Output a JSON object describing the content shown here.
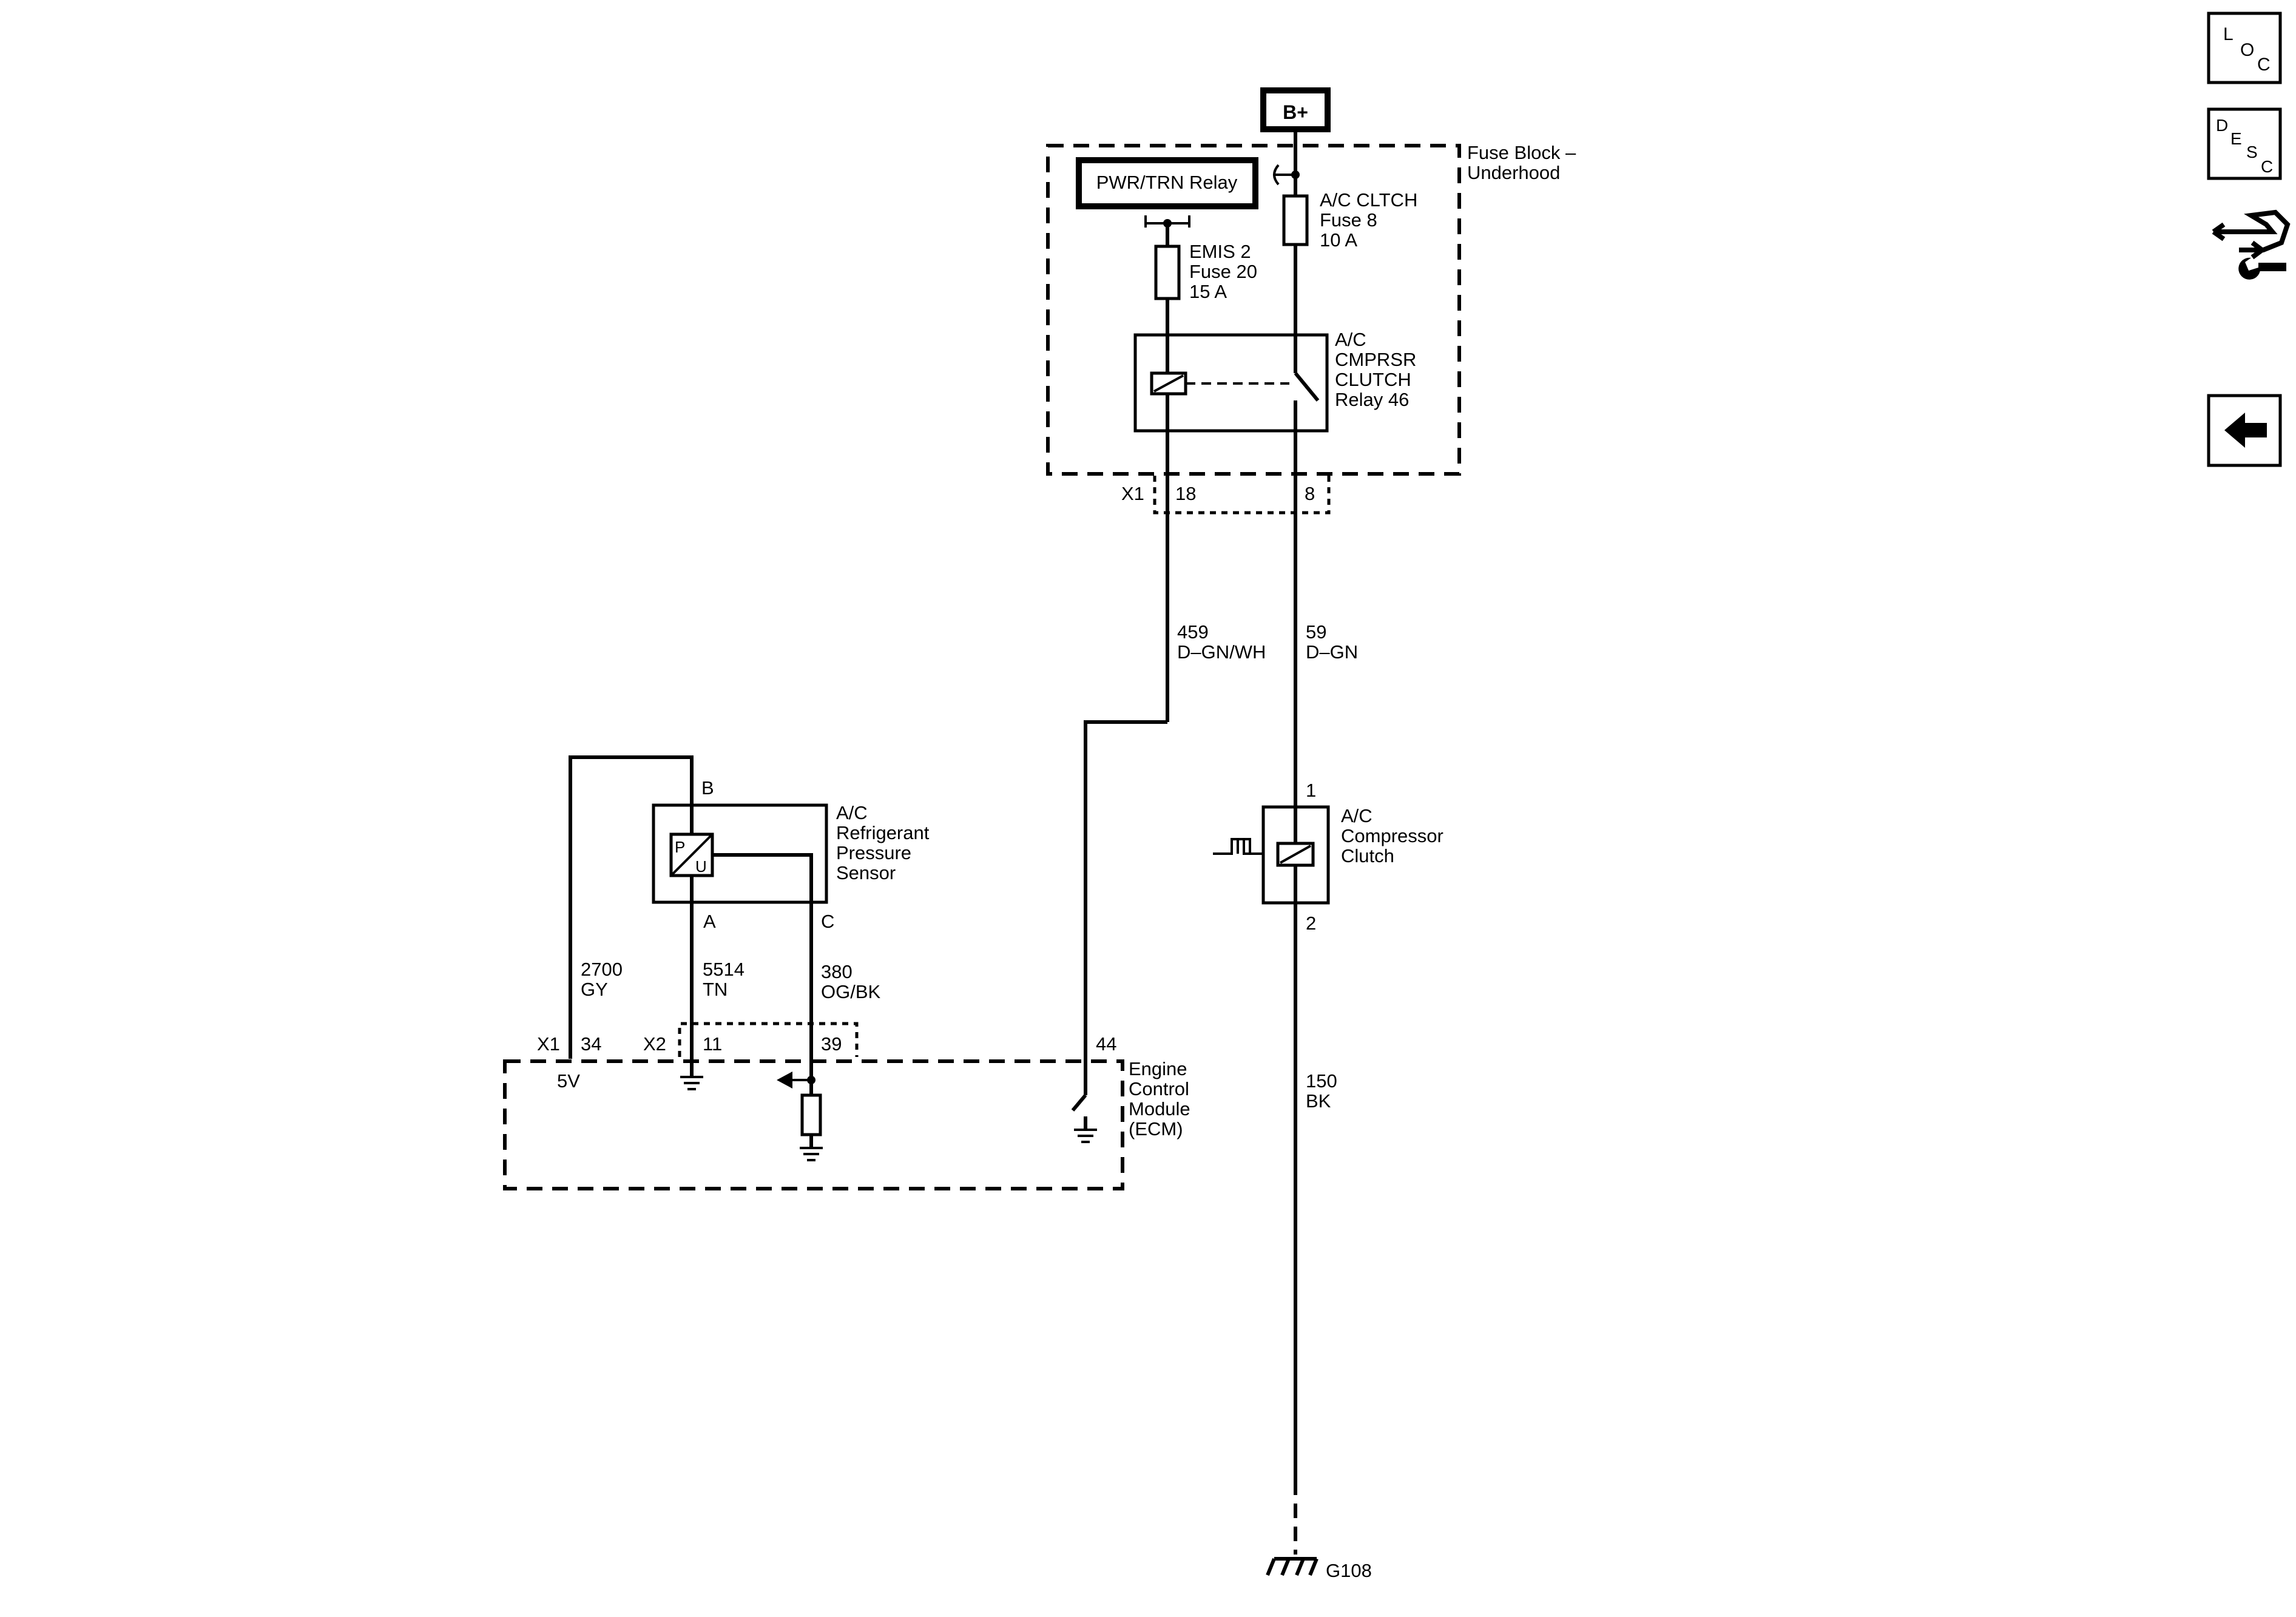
{
  "power": {
    "label": "B+"
  },
  "fuse_block": {
    "label_line1": "Fuse Block –",
    "label_line2": "Underhood"
  },
  "pwr_trn_relay": {
    "label": "PWR/TRN Relay"
  },
  "ac_cltch_fuse": {
    "line1": "A/C CLTCH",
    "line2": "Fuse 8",
    "line3": "10 A"
  },
  "emis2_fuse": {
    "line1": "EMIS 2",
    "line2": "Fuse 20",
    "line3": "15 A"
  },
  "clutch_relay": {
    "line1": "A/C",
    "line2": "CMPRSR",
    "line3": "CLUTCH",
    "line4": "Relay 46"
  },
  "connector_x1_top": {
    "name": "X1",
    "pin_18": "18",
    "pin_8": "8"
  },
  "wire_459": {
    "circuit": "459",
    "color": "D–GN/WH"
  },
  "wire_59": {
    "circuit": "59",
    "color": "D–GN"
  },
  "compressor_clutch": {
    "line1": "A/C",
    "line2": "Compressor",
    "line3": "Clutch",
    "pin_1": "1",
    "pin_2": "2"
  },
  "wire_150": {
    "circuit": "150",
    "color": "BK"
  },
  "ground": {
    "label": "G108"
  },
  "pressure_sensor": {
    "line1": "A/C",
    "line2": "Refrigerant",
    "line3": "Pressure",
    "line4": "Sensor",
    "pin_b": "B",
    "pin_a": "A",
    "pin_c": "C",
    "sym_p": "P",
    "sym_u": "U"
  },
  "wire_2700": {
    "circuit": "2700",
    "color": "GY"
  },
  "wire_5514": {
    "circuit": "5514",
    "color": "TN"
  },
  "wire_380": {
    "circuit": "380",
    "color": "OG/BK"
  },
  "ecm_connectors": {
    "x1": "X1",
    "pin_34": "34",
    "x2": "X2",
    "pin_11": "11",
    "pin_39": "39",
    "pin_44": "44",
    "ref_5v": "5V"
  },
  "ecm": {
    "line1": "Engine",
    "line2": "Control",
    "line3": "Module",
    "line4": "(ECM)"
  },
  "nav": {
    "loc": {
      "l": "L",
      "o": "O",
      "c": "C",
      "icon": "loc-button"
    },
    "desc": {
      "d": "D",
      "e": "E",
      "s": "S",
      "c": "C",
      "icon": "desc-button"
    },
    "connector_icon": "connector-wrench-icon",
    "back_icon": "arrow-left-icon"
  }
}
